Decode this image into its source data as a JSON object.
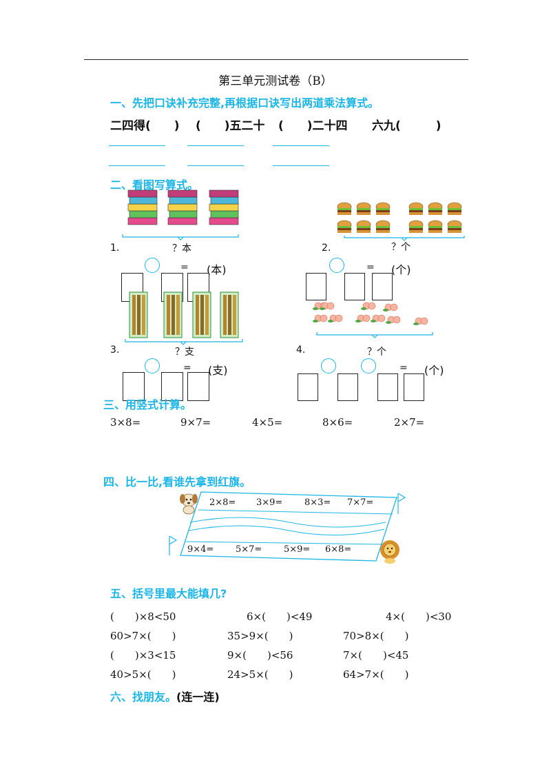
{
  "title": "第三单元测试卷（B）",
  "s1": {
    "heading": "一、先把口诀补充完整,再根据口诀写出两道乘法算式。",
    "items": [
      "二四得(　　)",
      "(　　)五二十",
      "(　　)二十四",
      "六九(　　　)"
    ]
  },
  "s2": {
    "heading": "二、看图写算式。",
    "p1": {
      "num": "1.",
      "brace": "？本",
      "eq": "=",
      "unit": "(本)"
    },
    "p2": {
      "num": "2.",
      "brace": "？个",
      "eq": "=",
      "unit": "(个)"
    },
    "p3": {
      "num": "3.",
      "brace": "？支",
      "eq": "=",
      "unit": "(支)"
    },
    "p4": {
      "num": "4.",
      "brace": "？个",
      "eq": "=",
      "unit": "(个)"
    }
  },
  "s3": {
    "heading": "三、用竖式计算。",
    "items": [
      "3×8=",
      "9×7=",
      "4×5=",
      "8×6=",
      "2×7="
    ]
  },
  "s4": {
    "heading": "四、比一比,看谁先拿到红旗。",
    "top": [
      "2×8=",
      "3×9=",
      "8×3=",
      "7×7="
    ],
    "bottom": [
      "9×4=",
      "5×7=",
      "5×9=",
      "6×8="
    ]
  },
  "s5": {
    "heading": "五、括号里最大能填几?",
    "rows": [
      [
        "(　　)×8<50",
        "6×(　　)<49",
        "4×(　　)<30"
      ],
      [
        "60>7×(　　)",
        "35>9×(　　)",
        "70>8×(　　)"
      ],
      [
        "(　　)×3<15",
        "9×(　　)<56",
        "7×(　　)<45"
      ],
      [
        "40>5×(　　)",
        "24>5×(　　)",
        "64>7×(　　)"
      ]
    ]
  },
  "s6": {
    "heading": "六、找朋友。",
    "tail": "(连一连)"
  }
}
